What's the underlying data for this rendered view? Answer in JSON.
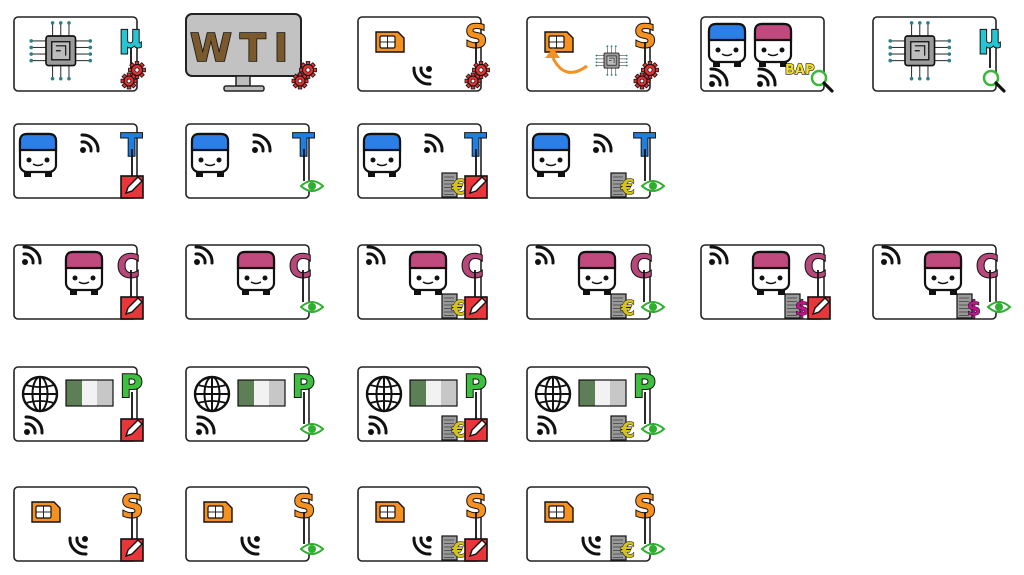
{
  "colors": {
    "mu": "#25c6d3",
    "T": "#1e7fe0",
    "C": "#b8477a",
    "P": "#3fbf3f",
    "S": "#f6901e",
    "euro": "#d4c21a",
    "dollar": "#c0148c",
    "pen_box": "#e8363a",
    "eye": "#2fae2f",
    "magnifier": "#38b838",
    "gear": "#e23232",
    "bus_blue": "#2b7fe6",
    "bus_pink": "#c04a7e",
    "wti_letters": "#7a5a2c",
    "bap": "#f2e12a",
    "green_dark": "#5d7f55",
    "green_light": "#f2f2f2",
    "grey": "#c7c7c7"
  },
  "rows": [
    [
      {
        "id": "chip-mu",
        "main": "chip",
        "letter": "μ",
        "letter_color": "mu",
        "badge": "gears",
        "icons": [
          "chip-icon",
          "gears-icon"
        ]
      },
      {
        "id": "wti",
        "main": "wti",
        "text": "WTI",
        "badge": "gears",
        "icons": [
          "monitor-icon",
          "gears-icon"
        ]
      },
      {
        "id": "sim-s-gears",
        "main": "sim",
        "letter": "S",
        "letter_color": "S",
        "badge": "gears",
        "signal": "bottom",
        "icons": [
          "sim-icon",
          "signal-icon",
          "gears-icon"
        ]
      },
      {
        "id": "sim-chip-s",
        "main": "sim-chip",
        "letter": "S",
        "letter_color": "S",
        "badge": "gears",
        "icons": [
          "sim-icon",
          "arrow-icon",
          "chip-icon",
          "gears-icon"
        ]
      },
      {
        "id": "bap",
        "main": "bap",
        "text": "BAP",
        "badge": "magnifier",
        "icons": [
          "bus-icon",
          "signal-icon",
          "magnifier-icon"
        ]
      },
      {
        "id": "chip-mu-search",
        "main": "chip",
        "letter": "μ",
        "letter_color": "mu",
        "badge": "magnifier",
        "icons": [
          "chip-icon",
          "magnifier-icon"
        ]
      }
    ],
    [
      {
        "id": "t-write",
        "main": "bus-t",
        "letter": "T",
        "letter_color": "T",
        "badge": "pen",
        "icons": [
          "bus-icon",
          "signal-icon",
          "pen-icon"
        ]
      },
      {
        "id": "t-read",
        "main": "bus-t",
        "letter": "T",
        "letter_color": "T",
        "badge": "eye",
        "icons": [
          "bus-icon",
          "signal-icon",
          "eye-icon"
        ]
      },
      {
        "id": "t-euro-write",
        "main": "bus-t",
        "letter": "T",
        "letter_color": "T",
        "badge": "pen",
        "currency": "€",
        "icons": [
          "bus-icon",
          "signal-icon",
          "euro-icon",
          "pen-icon"
        ]
      },
      {
        "id": "t-euro-read",
        "main": "bus-t",
        "letter": "T",
        "letter_color": "T",
        "badge": "eye",
        "currency": "€",
        "icons": [
          "bus-icon",
          "signal-icon",
          "euro-icon",
          "eye-icon"
        ]
      }
    ],
    [
      {
        "id": "c-write",
        "main": "bus-c",
        "letter": "C",
        "letter_color": "C",
        "badge": "pen",
        "icons": [
          "signal-icon",
          "bus-icon",
          "pen-icon"
        ]
      },
      {
        "id": "c-read",
        "main": "bus-c",
        "letter": "C",
        "letter_color": "C",
        "badge": "eye",
        "icons": [
          "signal-icon",
          "bus-icon",
          "eye-icon"
        ]
      },
      {
        "id": "c-euro-write",
        "main": "bus-c",
        "letter": "C",
        "letter_color": "C",
        "badge": "pen",
        "currency": "€",
        "icons": [
          "signal-icon",
          "bus-icon",
          "euro-icon",
          "pen-icon"
        ]
      },
      {
        "id": "c-euro-read",
        "main": "bus-c",
        "letter": "C",
        "letter_color": "C",
        "badge": "eye",
        "currency": "€",
        "icons": [
          "signal-icon",
          "bus-icon",
          "euro-icon",
          "eye-icon"
        ]
      },
      {
        "id": "c-dollar-write",
        "main": "bus-c",
        "letter": "C",
        "letter_color": "C",
        "badge": "pen",
        "currency": "$",
        "icons": [
          "signal-icon",
          "bus-icon",
          "dollar-icon",
          "pen-icon"
        ]
      },
      {
        "id": "c-dollar-read",
        "main": "bus-c",
        "letter": "C",
        "letter_color": "C",
        "badge": "eye",
        "currency": "$",
        "icons": [
          "signal-icon",
          "bus-icon",
          "dollar-icon",
          "eye-icon"
        ]
      }
    ],
    [
      {
        "id": "p-write",
        "main": "globe",
        "letter": "P",
        "letter_color": "P",
        "badge": "pen",
        "icons": [
          "globe-icon",
          "flag-icon",
          "signal-icon",
          "pen-icon"
        ]
      },
      {
        "id": "p-read",
        "main": "globe",
        "letter": "P",
        "letter_color": "P",
        "badge": "eye",
        "icons": [
          "globe-icon",
          "flag-icon",
          "signal-icon",
          "eye-icon"
        ]
      },
      {
        "id": "p-euro-write",
        "main": "globe",
        "letter": "P",
        "letter_color": "P",
        "badge": "pen",
        "currency": "€",
        "icons": [
          "globe-icon",
          "flag-icon",
          "signal-icon",
          "euro-icon",
          "pen-icon"
        ]
      },
      {
        "id": "p-euro-read",
        "main": "globe",
        "letter": "P",
        "letter_color": "P",
        "badge": "eye",
        "currency": "€",
        "icons": [
          "globe-icon",
          "flag-icon",
          "signal-icon",
          "euro-icon",
          "eye-icon"
        ]
      }
    ],
    [
      {
        "id": "s-write",
        "main": "sim",
        "letter": "S",
        "letter_color": "S",
        "badge": "pen",
        "signal": "bottom",
        "icons": [
          "sim-icon",
          "signal-icon",
          "pen-icon"
        ]
      },
      {
        "id": "s-read",
        "main": "sim",
        "letter": "S",
        "letter_color": "S",
        "badge": "eye",
        "signal": "bottom",
        "icons": [
          "sim-icon",
          "signal-icon",
          "eye-icon"
        ]
      },
      {
        "id": "s-euro-write",
        "main": "sim",
        "letter": "S",
        "letter_color": "S",
        "badge": "pen",
        "currency": "€",
        "signal": "bottom",
        "icons": [
          "sim-icon",
          "signal-icon",
          "euro-icon",
          "pen-icon"
        ]
      },
      {
        "id": "s-euro-read",
        "main": "sim",
        "letter": "S",
        "letter_color": "S",
        "badge": "eye",
        "currency": "€",
        "signal": "bottom",
        "icons": [
          "sim-icon",
          "signal-icon",
          "euro-icon",
          "eye-icon"
        ]
      }
    ]
  ]
}
